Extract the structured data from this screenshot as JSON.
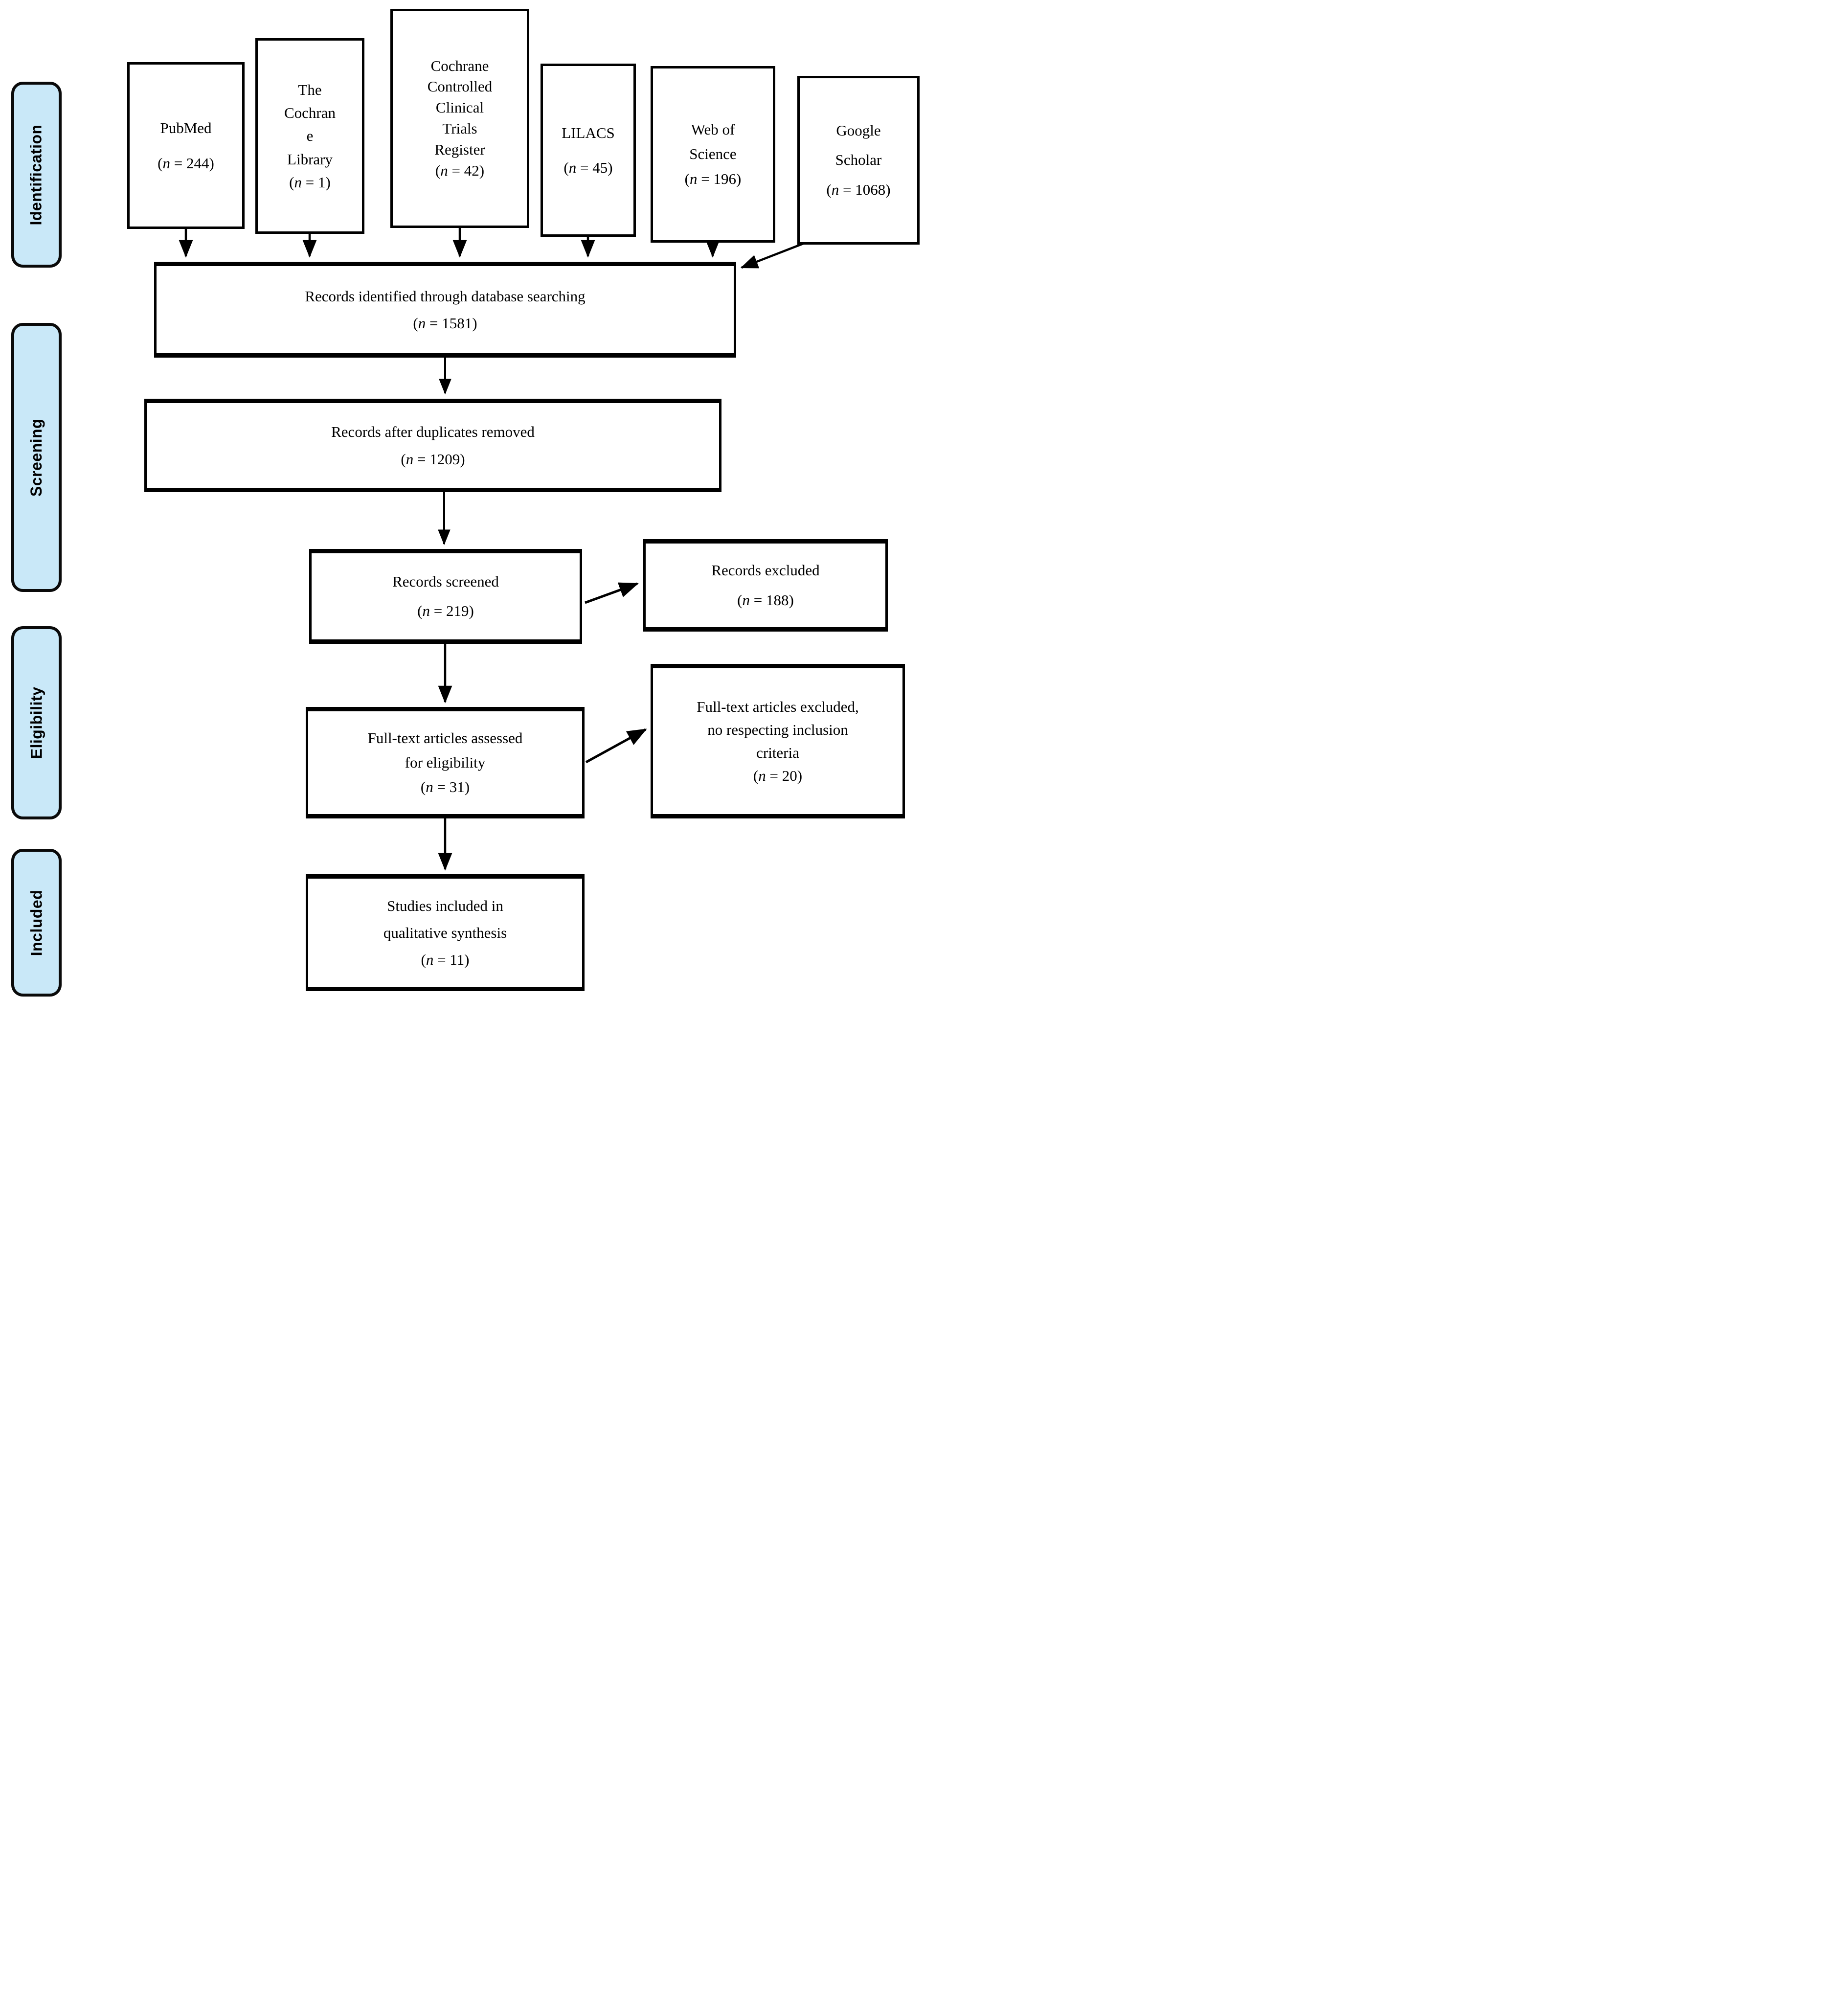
{
  "figure": {
    "kind": "prisma-flow-diagram",
    "stage_fill_color": "#C9E8F8",
    "line_color": "#000000"
  },
  "sidebar": {
    "stages": [
      {
        "id": "identification",
        "label": "Identification"
      },
      {
        "id": "screening",
        "label": "Screening"
      },
      {
        "id": "eligibility",
        "label": "Eligibility"
      },
      {
        "id": "included",
        "label": "Included"
      }
    ]
  },
  "sources": [
    {
      "id": "pubmed",
      "lines": [
        "PubMed",
        "(n = 244)"
      ]
    },
    {
      "id": "cochrane-library",
      "lines": [
        "The",
        "Cochran",
        "e",
        "Library",
        "(n = 1)"
      ]
    },
    {
      "id": "cochrane-register",
      "lines": [
        "Cochrane",
        "Controlled",
        "Clinical",
        "Trials",
        "Register",
        "(n = 42)"
      ]
    },
    {
      "id": "lilacs",
      "lines": [
        "LILACS",
        "(n = 45)"
      ]
    },
    {
      "id": "web-of-science",
      "lines": [
        "Web of",
        "Science",
        "(n = 196)"
      ]
    },
    {
      "id": "google-scholar",
      "lines": [
        "Google",
        "Scholar",
        "(n = 1068)"
      ]
    }
  ],
  "flow": {
    "records_identified": {
      "lines": [
        "Records identified through database searching",
        "(n = 1581)"
      ]
    },
    "records_deduplicated": {
      "lines": [
        "Records after duplicates removed",
        "(n = 1209)"
      ]
    },
    "records_screened": {
      "lines": [
        "Records screened",
        "(n = 219)"
      ]
    },
    "records_excluded": {
      "lines": [
        "Records excluded",
        "(n = 188)"
      ]
    },
    "fulltext_assessed": {
      "lines": [
        "Full-text articles assessed",
        "for eligibility",
        "(n = 31)"
      ]
    },
    "fulltext_excluded": {
      "lines": [
        "Full-text articles excluded,",
        "no respecting inclusion",
        "criteria",
        "(n = 20)"
      ]
    },
    "studies_included": {
      "lines": [
        "Studies included in",
        "qualitative synthesis",
        "(n = 11)"
      ]
    }
  }
}
